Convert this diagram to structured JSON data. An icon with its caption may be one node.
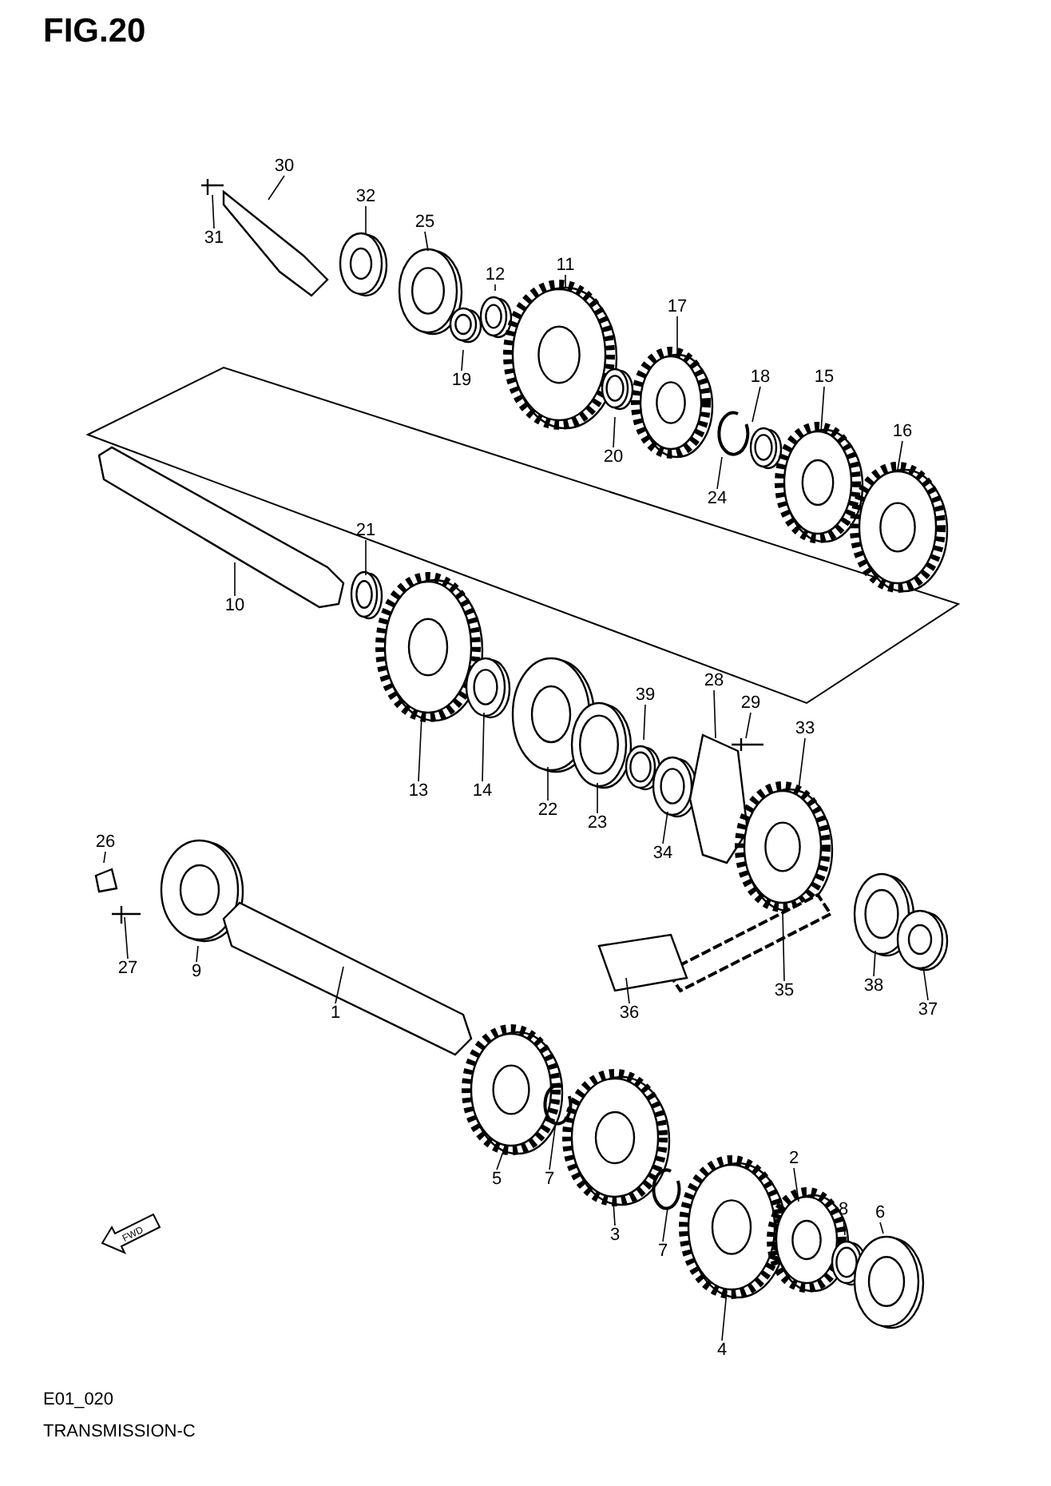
{
  "diagram": {
    "title": "FIG.20",
    "nodes": [
      {
        "text": [
          "30"
        ]
      },
      {
        "text": [
          "31"
        ]
      },
      {
        "text": [
          "32"
        ]
      },
      {
        "text": [
          "25"
        ]
      },
      {
        "text": [
          "11"
        ]
      },
      {
        "text": [
          "12"
        ]
      },
      {
        "text": [
          "17"
        ]
      },
      {
        "text": [
          "19"
        ]
      },
      {
        "text": [
          "18"
        ]
      },
      {
        "text": [
          "15"
        ]
      },
      {
        "text": [
          "16"
        ]
      },
      {
        "text": [
          "20"
        ]
      },
      {
        "text": [
          "24"
        ]
      },
      {
        "text": [
          "21"
        ]
      },
      {
        "text": [
          "10"
        ]
      },
      {
        "text": [
          "28"
        ]
      },
      {
        "text": [
          "39"
        ]
      },
      {
        "text": [
          "29"
        ]
      },
      {
        "text": [
          "33"
        ]
      },
      {
        "text": [
          "13"
        ]
      },
      {
        "text": [
          "14"
        ]
      },
      {
        "text": [
          "22"
        ]
      },
      {
        "text": [
          "23"
        ]
      },
      {
        "text": [
          "26"
        ]
      },
      {
        "text": [
          "34"
        ]
      },
      {
        "text": [
          "9"
        ]
      },
      {
        "text": [
          "27"
        ]
      },
      {
        "text": [
          "38"
        ]
      },
      {
        "text": [
          "35"
        ]
      },
      {
        "text": [
          "37"
        ]
      },
      {
        "text": [
          "1"
        ]
      },
      {
        "text": [
          "36"
        ]
      },
      {
        "text": [
          "2"
        ]
      },
      {
        "text": [
          "5"
        ]
      },
      {
        "text": [
          "7"
        ]
      },
      {
        "text": [
          "8"
        ]
      },
      {
        "text": [
          "6"
        ]
      },
      {
        "text": [
          "3"
        ]
      },
      {
        "text": [
          "7"
        ]
      },
      {
        "text": [
          "4"
        ]
      }
    ],
    "edges": [
      {
        "from": 0,
        "to": null,
        "arrow": "none"
      },
      {
        "from": 1,
        "to": null,
        "arrow": "none"
      },
      {
        "from": 2,
        "to": null,
        "arrow": "none"
      },
      {
        "from": 3,
        "to": null,
        "arrow": "none"
      },
      {
        "from": 4,
        "to": null,
        "arrow": "none"
      },
      {
        "from": 5,
        "to": null,
        "arrow": "none"
      },
      {
        "from": 6,
        "to": null,
        "arrow": "none"
      },
      {
        "from": 7,
        "to": null,
        "arrow": "none"
      },
      {
        "from": 8,
        "to": null,
        "arrow": "none"
      },
      {
        "from": 9,
        "to": null,
        "arrow": "none"
      },
      {
        "from": 10,
        "to": null,
        "arrow": "none"
      },
      {
        "from": 11,
        "to": null,
        "arrow": "none"
      },
      {
        "from": 12,
        "to": null,
        "arrow": "none"
      },
      {
        "from": 13,
        "to": null,
        "arrow": "none"
      },
      {
        "from": 14,
        "to": null,
        "arrow": "none"
      },
      {
        "from": 15,
        "to": null,
        "arrow": "none"
      },
      {
        "from": 16,
        "to": null,
        "arrow": "none"
      },
      {
        "from": 17,
        "to": null,
        "arrow": "none"
      },
      {
        "from": 18,
        "to": null,
        "arrow": "none"
      },
      {
        "from": 19,
        "to": null,
        "arrow": "none"
      },
      {
        "from": 20,
        "to": null,
        "arrow": "none"
      },
      {
        "from": 21,
        "to": null,
        "arrow": "none"
      },
      {
        "from": 22,
        "to": null,
        "arrow": "none"
      },
      {
        "from": 23,
        "to": null,
        "arrow": "none"
      },
      {
        "from": 24,
        "to": null,
        "arrow": "none"
      },
      {
        "from": 25,
        "to": null,
        "arrow": "none"
      },
      {
        "from": 26,
        "to": null,
        "arrow": "none"
      },
      {
        "from": 27,
        "to": null,
        "arrow": "none"
      },
      {
        "from": 28,
        "to": null,
        "arrow": "none"
      },
      {
        "from": 29,
        "to": null,
        "arrow": "none"
      },
      {
        "from": 30,
        "to": null,
        "arrow": "none"
      },
      {
        "from": 31,
        "to": null,
        "arrow": "none"
      },
      {
        "from": 32,
        "to": null,
        "arrow": "none"
      },
      {
        "from": 33,
        "to": null,
        "arrow": "none"
      },
      {
        "from": 34,
        "to": null,
        "arrow": "none"
      },
      {
        "from": 35,
        "to": null,
        "arrow": "none"
      },
      {
        "from": 36,
        "to": null,
        "arrow": "none"
      },
      {
        "from": 37,
        "to": null,
        "arrow": "none"
      },
      {
        "from": 38,
        "to": null,
        "arrow": "none"
      },
      {
        "from": 39,
        "to": null,
        "arrow": "none"
      }
    ],
    "labels": [
      "FWD",
      "E01_020",
      "TRANSMISSION-C"
    ]
  }
}
